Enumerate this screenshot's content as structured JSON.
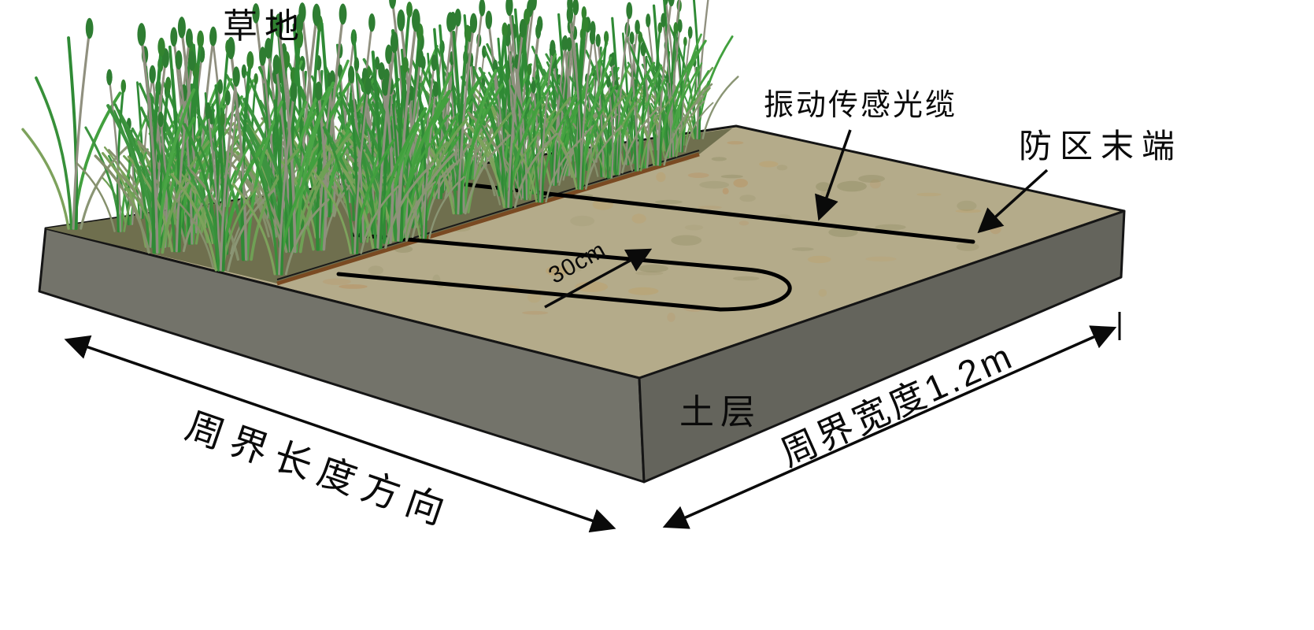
{
  "diagram": {
    "labels": {
      "grassland": "草地",
      "sensor_cable": "振动传感光缆",
      "zone_end": "防区末端",
      "cable_spacing": "30cm",
      "soil_layer": "土层",
      "perimeter_length": "周界长度方向",
      "perimeter_width": "周界宽度1.2m"
    },
    "colors": {
      "background": "#ffffff",
      "soil_top": "#b4ab8a",
      "soil_front": "#73736a",
      "soil_side": "#64645c",
      "grass_ground": "#6f6f4e",
      "grass_green": "#3d9440",
      "sod_edge": "#7a4a22",
      "cable": "#000000",
      "outline": "#151515",
      "arrow": "#0a0a0a"
    }
  }
}
